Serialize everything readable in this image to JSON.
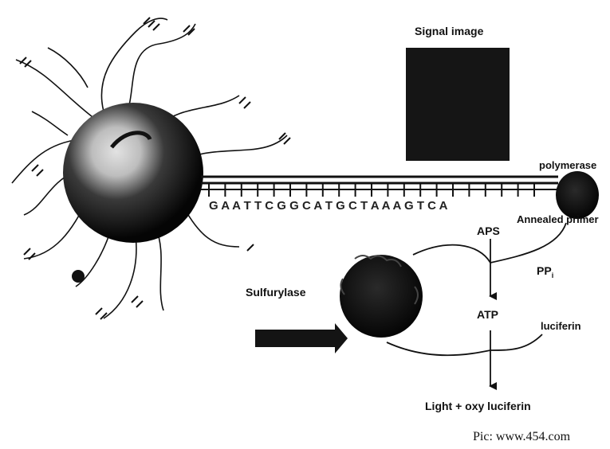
{
  "labels": {
    "signal_image": "Signal image",
    "polymerase": "polymerase",
    "annealed_primer": "Annealed primer",
    "sequence": "G A A T T C G G C A T G C T A A A G T C A",
    "aps": "APS",
    "ppi": "PP",
    "ppi_sub": "i",
    "sulfurylase": "Sulfurylase",
    "atp": "ATP",
    "luciferin": "luciferin",
    "light": "Light + oxy luciferin",
    "credit": "Pic: www.454.com"
  },
  "colors": {
    "ink": "#111111",
    "signal_box": "#151515",
    "bead_dark": "#0a0a0a",
    "bead_highlight": "#d8d8d8"
  },
  "icons": [
    "bead",
    "dna-strand",
    "polymerase-enzyme",
    "sulfurylase-enzyme",
    "luciferase-arrow"
  ]
}
